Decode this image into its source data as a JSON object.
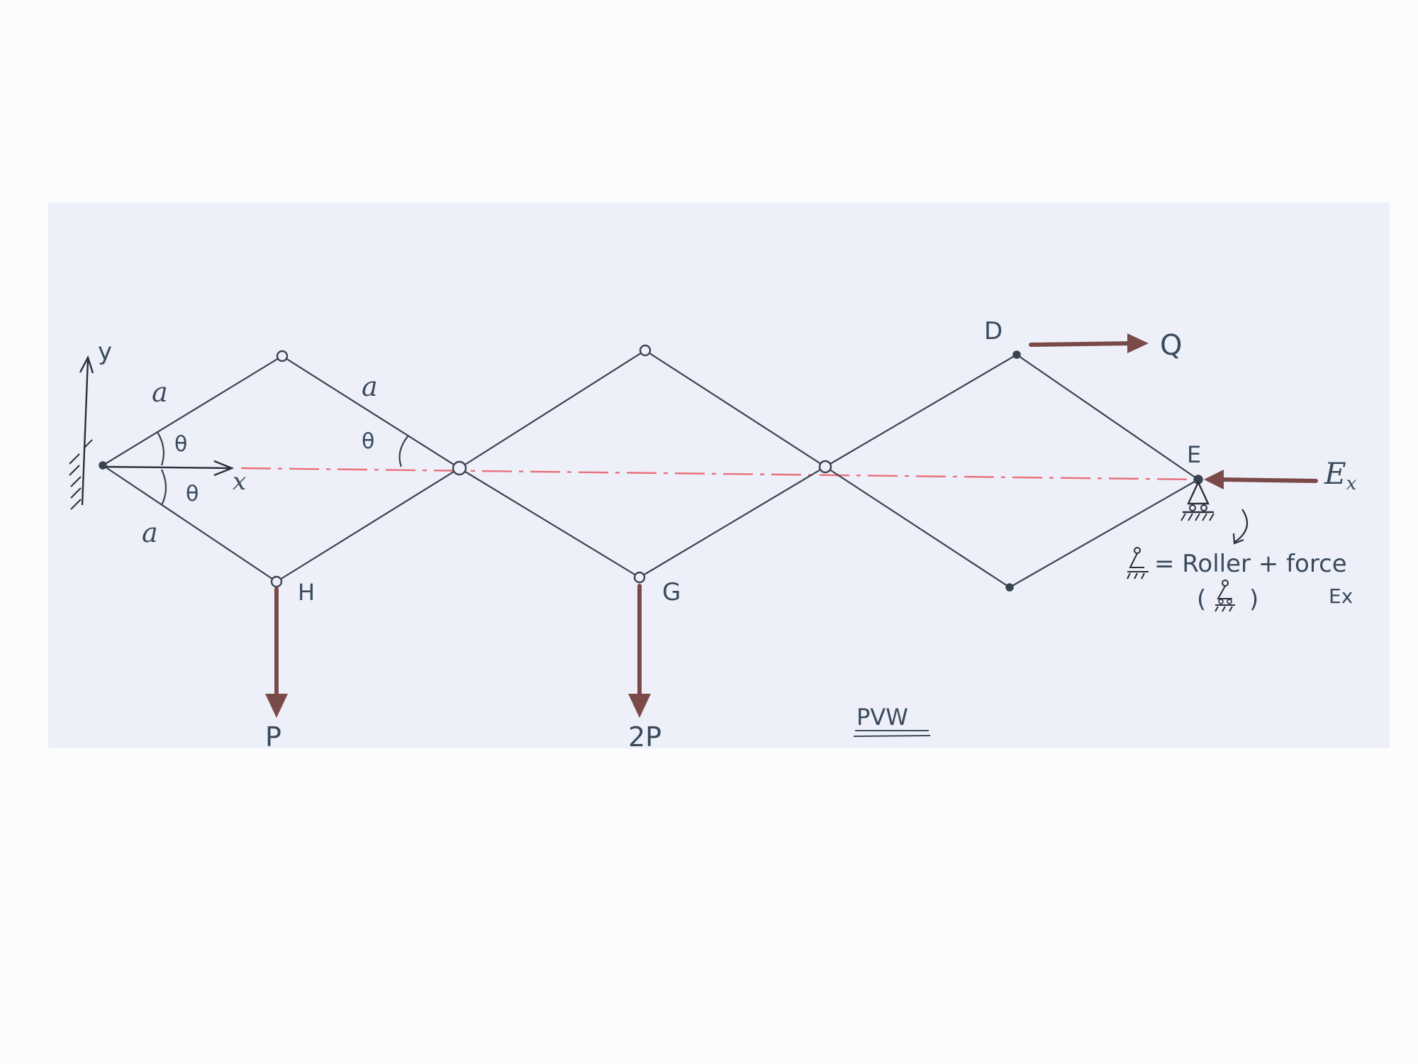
{
  "diagram": {
    "joints": {
      "D": "D",
      "E": "E",
      "G": "G",
      "H": "H"
    },
    "member_labels": [
      "a",
      "a",
      "a"
    ],
    "angle_labels": [
      "θ",
      "θ",
      "θ"
    ],
    "axes": {
      "x": "x",
      "y": "y"
    },
    "forces": {
      "P": "P",
      "two_P": "2P",
      "Q": "Q",
      "Ex": "E",
      "Ex_sub": "x"
    },
    "legend": {
      "equals_text": "= Roller + force",
      "force_label": "Ex",
      "paren_open": "(",
      "paren_close": ")"
    },
    "caption": "PVW",
    "colors": {
      "paper": "#eef0f9",
      "ink": "#3a4350",
      "centerline": "#e8707a",
      "force": "#7a4a48"
    }
  }
}
